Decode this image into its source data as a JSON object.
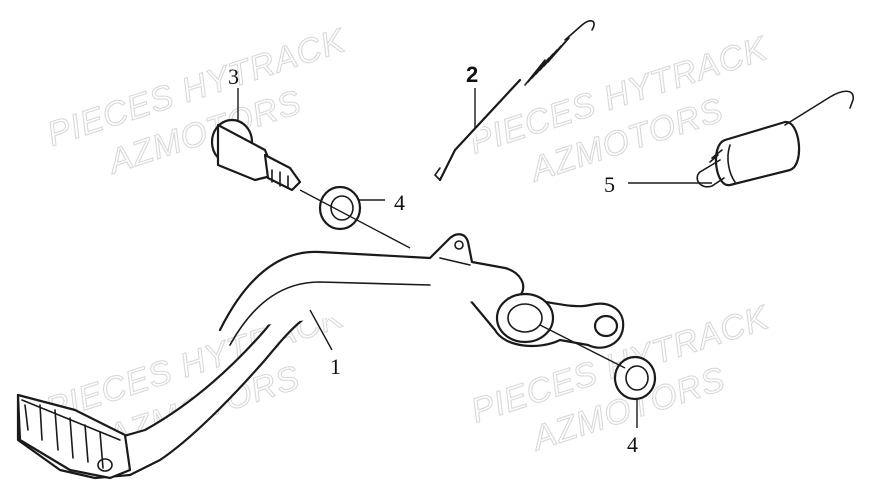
{
  "watermark": {
    "line1": "PIECES HYTRACK",
    "line2": "AZMOTORS"
  },
  "callouts": {
    "c1": "1",
    "c2": "2",
    "c3": "3",
    "c4a": "4",
    "c4b": "4",
    "c5": "5"
  },
  "colors": {
    "ink": "#1a1a1a",
    "watermark": "#d9d9d9"
  }
}
